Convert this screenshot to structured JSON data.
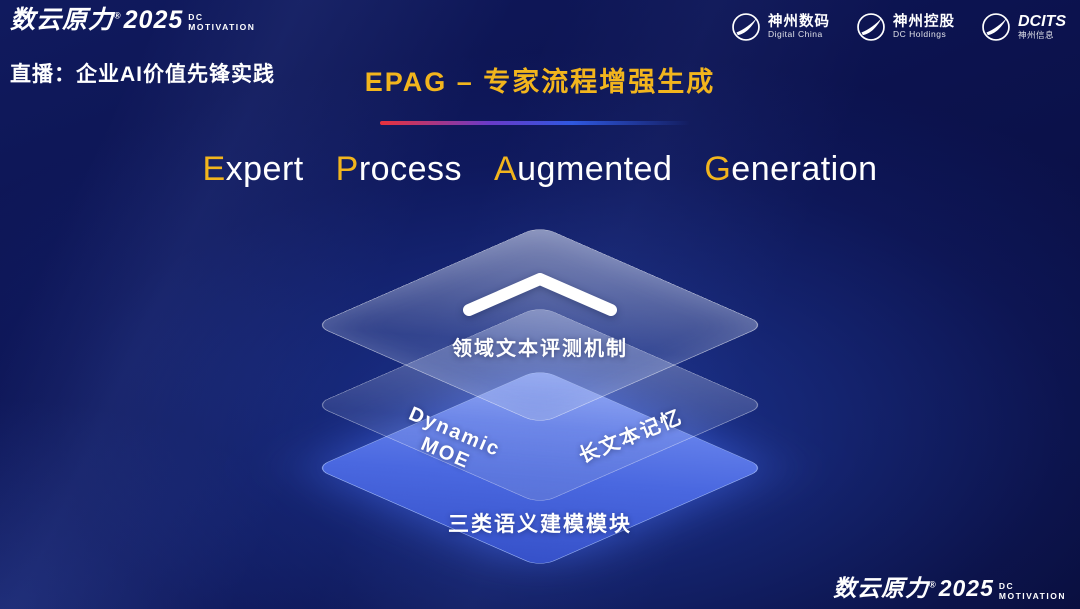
{
  "colors": {
    "accent_gold": "#f2b51d",
    "layer_blue": "#4a68e0",
    "background_navy": "#0c1350",
    "divider_red": "#e8323c",
    "divider_blue": "#2f58e0"
  },
  "brand": {
    "name": "数云原力",
    "reg": "®",
    "year": "2025",
    "tag_line1": "DC",
    "tag_line2": "MOTIVATION"
  },
  "header": {
    "live_label": "直播：企业AI价值先锋实践",
    "slide_title": "EPAG – 专家流程增强生成",
    "partners": [
      {
        "name": "神州数码",
        "sub": "Digital China"
      },
      {
        "name": "神州控股",
        "sub": "DC Holdings"
      },
      {
        "name": "DCITS",
        "sub": "神州信息"
      }
    ]
  },
  "main_title": {
    "words": [
      {
        "initial": "E",
        "rest": "xpert"
      },
      {
        "initial": "P",
        "rest": "rocess"
      },
      {
        "initial": "A",
        "rest": "ugmented"
      },
      {
        "initial": "G",
        "rest": "eneration"
      }
    ]
  },
  "diagram": {
    "top_layer_label": "领域文本评测机制",
    "middle_layer_label_left": "Dynamic MOE",
    "middle_layer_label_right": "长文本记忆",
    "bottom_layer_label": "三类语义建模模块"
  }
}
